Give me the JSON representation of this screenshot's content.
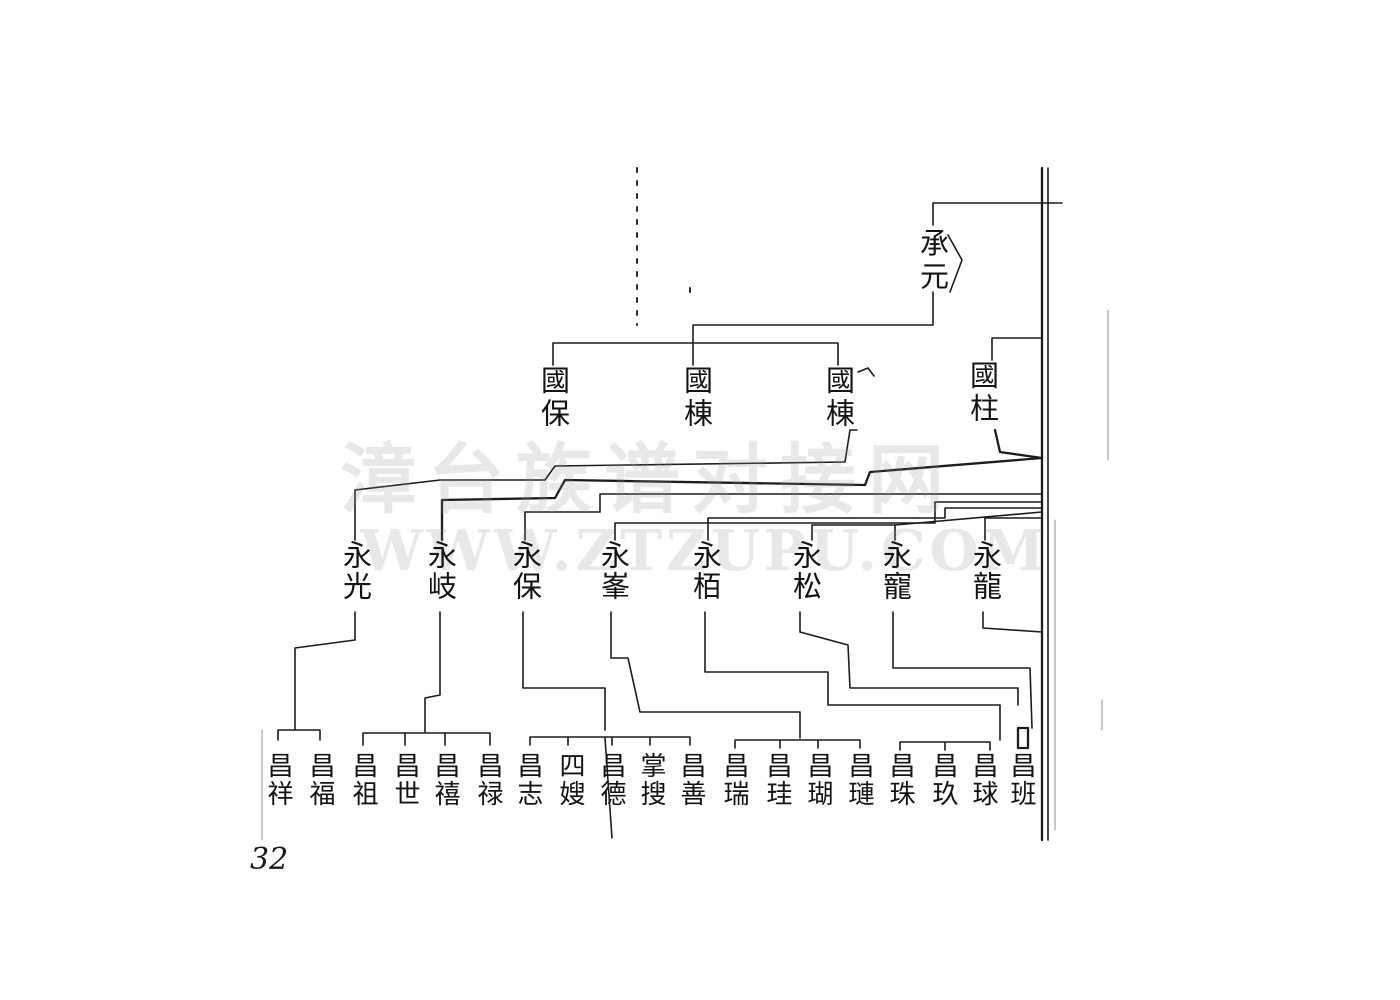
{
  "watermark": {
    "name": "漳台族谱对接网",
    "url": "WWW.ZTZUPU.COM"
  },
  "page_number": "32",
  "generations": {
    "gen1": [
      {
        "id": "chengyuan",
        "name": "承元"
      }
    ],
    "gen2": [
      {
        "id": "guozhu",
        "name": "國柱"
      },
      {
        "id": "guodong-1",
        "name": "國棟"
      },
      {
        "id": "guodong-2",
        "name": "國棟"
      },
      {
        "id": "guobao",
        "name": "國保"
      }
    ],
    "gen3": [
      {
        "id": "yonglong",
        "name": "永龍"
      },
      {
        "id": "yongchong",
        "name": "永寵"
      },
      {
        "id": "yongsong",
        "name": "永松"
      },
      {
        "id": "yongbai",
        "name": "永栢"
      },
      {
        "id": "yongfeng",
        "name": "永峯"
      },
      {
        "id": "yongbao",
        "name": "永保"
      },
      {
        "id": "yongqi",
        "name": "永岐"
      },
      {
        "id": "yongguang",
        "name": "永光"
      }
    ],
    "gen4": [
      {
        "id": "changban",
        "name": "昌班"
      },
      {
        "id": "changqiu",
        "name": "昌球"
      },
      {
        "id": "changjiu",
        "name": "昌玖"
      },
      {
        "id": "changzhu",
        "name": "昌珠"
      },
      {
        "id": "changlian",
        "name": "昌璉"
      },
      {
        "id": "changhu",
        "name": "昌瑚"
      },
      {
        "id": "changgui",
        "name": "昌珪"
      },
      {
        "id": "changrui",
        "name": "昌瑞"
      },
      {
        "id": "changshan",
        "name": "昌善"
      },
      {
        "id": "zhangsou",
        "name": "掌搜"
      },
      {
        "id": "changde",
        "name": "昌德"
      },
      {
        "id": "sisao",
        "name": "四嫂"
      },
      {
        "id": "changzhi",
        "name": "昌志"
      },
      {
        "id": "changlu",
        "name": "昌禄"
      },
      {
        "id": "changxi",
        "name": "昌禧"
      },
      {
        "id": "changshi",
        "name": "昌世"
      },
      {
        "id": "changzu",
        "name": "昌祖"
      },
      {
        "id": "changfu",
        "name": "昌福"
      },
      {
        "id": "changxiang",
        "name": "昌祥"
      }
    ]
  }
}
